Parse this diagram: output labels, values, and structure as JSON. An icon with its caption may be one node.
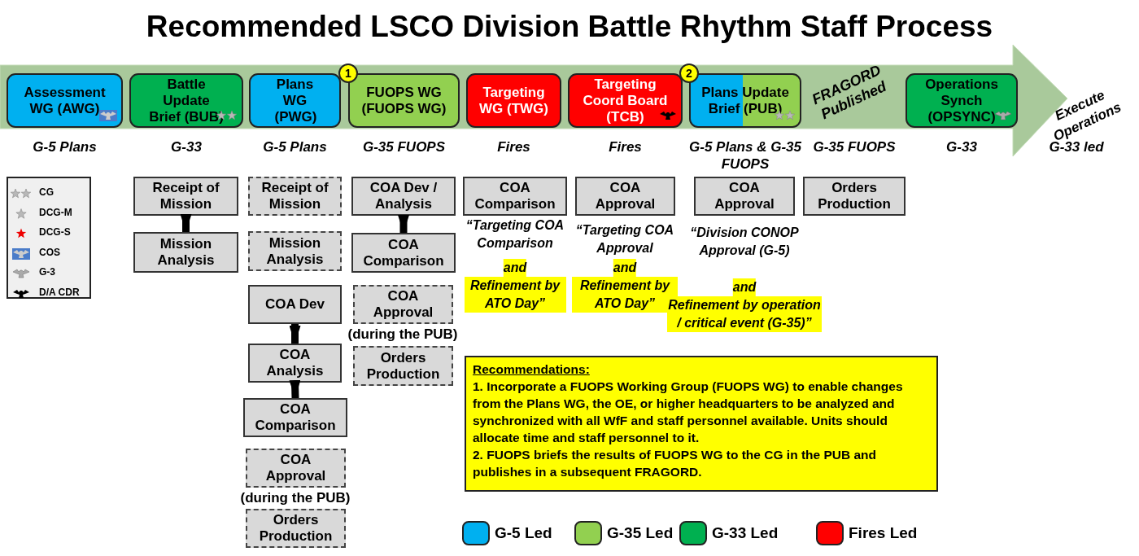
{
  "diagram": {
    "title": "Recommended LSCO Division Battle Rhythm Staff Process",
    "nodes": [
      {
        "text": [
          "FRAGORD Published"
        ],
        "beside": [
          "G-35 FUOPS"
        ]
      },
      {
        "text": [
          "Assessment WG (AWG)"
        ],
        "in": 0,
        "beside": [
          "G-5 Plans"
        ]
      },
      {
        "text": [
          "Battle Update Brief (BUB)"
        ],
        "in": 0,
        "beside": [
          "G-33"
        ]
      },
      {
        "text": [
          "Plans WG (PWG)"
        ],
        "in": 0,
        "beside": [
          "G-5 Plans"
        ]
      },
      {
        "text": [
          "FUOPS WG (FUOPS WG)"
        ],
        "in": 0,
        "beside": [
          "G-35 FUOPS"
        ]
      },
      {
        "text": [
          "Targeting WG (TWG)"
        ],
        "in": 0,
        "beside": [
          "Fires"
        ]
      },
      {
        "text": [
          "Targeting Coord Board (TCB)"
        ],
        "in": 0,
        "beside": [
          "Fires"
        ]
      },
      {
        "text": [
          "Plans Update Brief (PUB)"
        ],
        "in": 0,
        "beside": [
          "G-5 Plans & G-35 FUOPS"
        ]
      },
      {
        "text": [
          "Operations Synch (OPSYNC)"
        ],
        "in": 0,
        "beside": [
          "G-33"
        ]
      },
      {
        "text": [
          "1"
        ],
        "in": 0
      },
      {
        "text": [
          "2"
        ],
        "in": 0
      },
      {
        "text": [
          "Receipt of Mission"
        ]
      },
      {
        "text": [
          "Mission Analysis"
        ]
      },
      {
        "text": [
          "Receipt of Mission"
        ]
      },
      {
        "text": [
          "Mission Analysis"
        ]
      },
      {
        "text": [
          "COA Dev"
        ]
      },
      {
        "text": [
          "COA Analysis"
        ]
      },
      {
        "text": [
          "COA Comparison"
        ]
      },
      {
        "text": [
          "COA Approval"
        ],
        "beside": [
          "(during the PUB)"
        ]
      },
      {
        "text": [
          "Orders Production"
        ]
      },
      {
        "text": [
          "COA Dev / Analysis"
        ]
      },
      {
        "text": [
          "COA Comparison"
        ]
      },
      {
        "text": [
          "COA Approval"
        ],
        "beside": [
          "(during the PUB)"
        ]
      },
      {
        "text": [
          "Orders Production"
        ]
      },
      {
        "text": [
          "COA Comparison"
        ]
      },
      {
        "text": [
          "COA Approval"
        ]
      },
      {
        "text": [
          "COA Approval"
        ]
      },
      {
        "text": [
          "Orders Production"
        ]
      },
      {
        "text": [
          "Recommendations:",
          "1. Incorporate a FUOPS Working Group (FUOPS WG) to enable changes from the Plans WG, the OE, or higher headquarters to be analyzed and synchronized with all WfF and staff personnel available. Units should allocate time and staff personnel to it.",
          "2. FUOPS briefs the results of FUOPS WG to the CG in the PUB and publishes in a subsequent FRAGORD."
        ]
      }
    ],
    "edges": [
      {
        "from": 11,
        "to": 12,
        "arrow": "to"
      },
      {
        "from": 15,
        "to": 16,
        "arrow": "to"
      },
      {
        "from": 16,
        "to": 17,
        "arrow": "to"
      },
      {
        "from": 20,
        "to": 21,
        "arrow": "to"
      }
    ],
    "labels": [
      "“Targeting COA Comparison",
      "and",
      "Refinement by ATO Day”",
      "“Targeting COA Approval",
      "and",
      "Refinement by ATO Day”",
      "“Division CONOP Approval (G-5)",
      "and",
      "Refinement by operation / critical event (G-35)”",
      "Execute Operations",
      "G-33 led"
    ],
    "legend": [
      {
        "text": "CG"
      },
      {
        "text": "DCG-M"
      },
      {
        "text": "DCG-S"
      },
      {
        "text": "COS"
      },
      {
        "text": "G-3"
      },
      {
        "text": "D/A CDR"
      },
      {
        "text": "G-5 Led",
        "color": "#00b0f0"
      },
      {
        "text": "G-35 Led",
        "color": "#92d050"
      },
      {
        "text": "G-33 Led",
        "color": "#00b050"
      },
      {
        "text": "Fires Led",
        "color": "#ff0000"
      }
    ]
  }
}
